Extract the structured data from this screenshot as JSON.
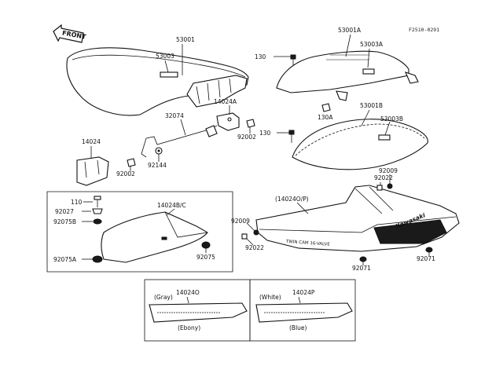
{
  "diagram_code": "F2510-0291",
  "front_label": "FRONT",
  "callouts": {
    "p53001": "53001",
    "p53003": "53003",
    "p53001a": "53001A",
    "p53003a": "53003A",
    "p130a": "130",
    "p130b": "130",
    "p130A": "130A",
    "p53001b": "53001B",
    "p53003b": "53003B",
    "p14024a": "14024A",
    "p32074": "32074",
    "p92002a": "92002",
    "p92002b": "92002",
    "p14024": "14024",
    "p92144": "92144",
    "p92009a": "92009",
    "p92022a": "92022",
    "p110": "110",
    "p92027": "92027",
    "p92075b": "92075B",
    "p92075a": "92075A",
    "p14024bc": "14024B/C",
    "p92075": "92075",
    "p140240p": "(14024O/P)",
    "p92009b": "92009",
    "p92022b": "92022",
    "p92071a": "92071",
    "p92071b": "92071"
  },
  "decals": {
    "twin_cam": "TWIN CAM 16-VALVE",
    "brand": "Kawasaki"
  },
  "variants": [
    {
      "part": "14024O",
      "color_top": "(Gray)",
      "color_bottom": "(Ebony)"
    },
    {
      "part": "14024P",
      "color_top": "(White)",
      "color_bottom": "(Blue)"
    }
  ]
}
